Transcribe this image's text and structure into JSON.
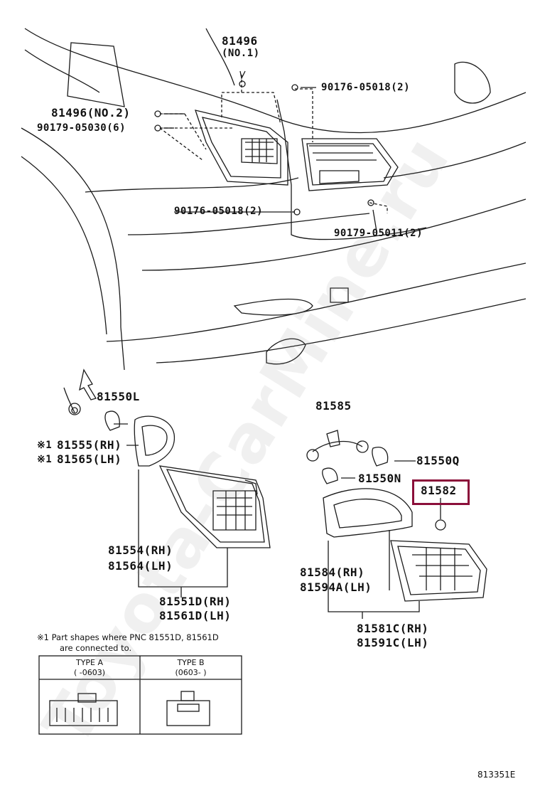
{
  "labels": {
    "p81496": "81496",
    "no1": "(NO.1)",
    "p90176a": "90176-05018(2)",
    "p81496no2": "81496(NO.2)",
    "p90179a": "90179-05030(6)",
    "p90176b": "90176-05018(2)",
    "p90179b": "90179-05011(2)",
    "p81550L": "81550L",
    "p81555": "81555(RH)",
    "p81565": "81565(LH)",
    "mark": "※1",
    "p81554": "81554(RH)",
    "p81564": "81564(LH)",
    "p81551D": "81551D(RH)",
    "p81561D": "81561D(LH)",
    "p81585": "81585",
    "p81550Q": "81550Q",
    "p81550N": "81550N",
    "p81582": "81582",
    "p81584": "81584(RH)",
    "p81594A": "81594A(LH)",
    "p81581C": "81581C(RH)",
    "p81591C": "81591C(LH)"
  },
  "note": {
    "line1": "※1  Part shapes where PNC 81551D, 81561D",
    "line2": "are connected to."
  },
  "table": {
    "typeA": "TYPE A",
    "rangeA": "(        -0603)",
    "typeB": "TYPE B",
    "rangeB": "(0603-        )"
  },
  "ref": "813351E",
  "watermark": "Toyota-CarMine.ru",
  "colors": {
    "highlight": "#8b0f3a",
    "line": "#1a1a1a"
  }
}
